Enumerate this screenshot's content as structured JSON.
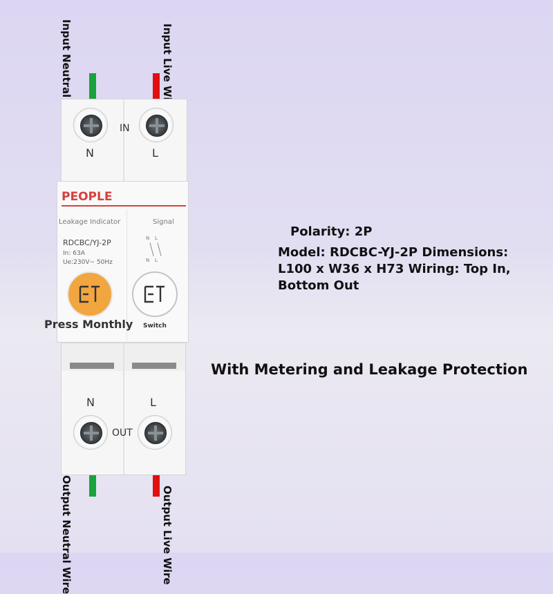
{
  "labels": {
    "input_neutral": "Input Neutral Wire",
    "input_live": "Input Live Wire",
    "output_neutral": "Output Neutral Wire",
    "output_live": "Output Live Wire",
    "in": "IN",
    "out": "OUT",
    "n": "N",
    "l": "L"
  },
  "device": {
    "brand": "PEOPLE",
    "leakage_indicator": "Leakage Indicator",
    "signal": "Signal",
    "model": "RDCBC/YJ-2P",
    "rating": "In:  63A",
    "voltage": "Ue:230V~  50Hz",
    "press_monthly": "Press Monthly",
    "switch": "Switch",
    "n_mark": "N",
    "l_mark": "L"
  },
  "specs": {
    "polarity": "Polarity:  2P",
    "line1": "Model: RDCBC-YJ-2P Dimensions:",
    "line2": "L100 x W36 x H73 Wiring: Top In,",
    "line3": "Bottom Out"
  },
  "tagline": "With Metering and Leakage Protection",
  "colors": {
    "neutral_wire": "#1aa33a",
    "live_wire": "#e01010",
    "brand": "#d8403c",
    "test_button": "#f2a640"
  }
}
